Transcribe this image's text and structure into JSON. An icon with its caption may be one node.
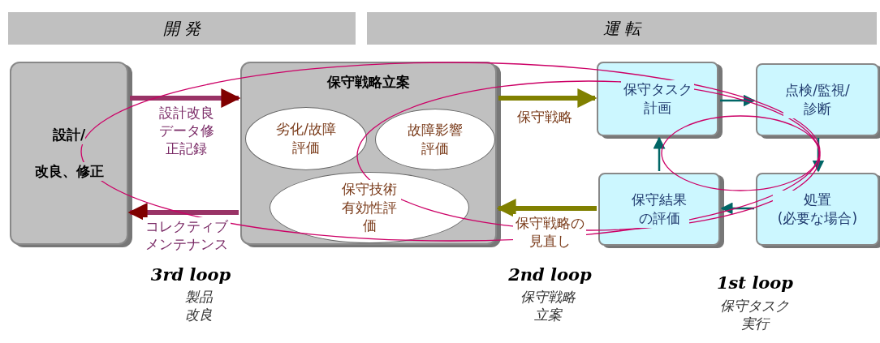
{
  "diagram": {
    "nodes": [
      {
        "text": [
          "開 発"
        ]
      },
      {
        "text": [
          "運 転"
        ]
      },
      {
        "text": [
          "設計/",
          "改良、修正"
        ]
      },
      {
        "text": [
          "保守戦略立案"
        ]
      },
      {
        "text": [
          "劣化/故障評価"
        ],
        "in": 3
      },
      {
        "text": [
          "故障影響評価"
        ],
        "in": 3
      },
      {
        "text": [
          "保守技術有効性評価"
        ],
        "in": 3
      },
      {
        "text": [
          "保守タスク計画"
        ]
      },
      {
        "text": [
          "点検/監視/診断"
        ]
      },
      {
        "text": [
          "保守結果の評価"
        ]
      },
      {
        "text": [
          "処置(必要な場合)"
        ]
      }
    ],
    "edges": [
      {
        "from": 2,
        "to": 3,
        "arrow": "to",
        "label": "設計改良データ修正記録",
        "style": "thick",
        "color": "#993366"
      },
      {
        "from": 3,
        "to": 2,
        "arrow": "to",
        "label": "コレクティブメンテナンス",
        "style": "thick",
        "color": "#993366"
      },
      {
        "from": 3,
        "to": 7,
        "arrow": "to",
        "label": "保守戦略",
        "style": "thick",
        "color": "#808000"
      },
      {
        "from": 9,
        "to": 3,
        "arrow": "to",
        "label": "保守戦略の見直し",
        "style": "thick",
        "color": "#808000"
      },
      {
        "from": 7,
        "to": 8,
        "arrow": "to"
      },
      {
        "from": 8,
        "to": 10,
        "arrow": "to"
      },
      {
        "from": 10,
        "to": 9,
        "arrow": "to"
      },
      {
        "from": 9,
        "to": 7,
        "arrow": "to"
      }
    ],
    "labels": [
      "3rd loop",
      "製品改良",
      "2nd loop",
      "保守戦略立案",
      "1st loop",
      "保守タスク実行"
    ]
  }
}
